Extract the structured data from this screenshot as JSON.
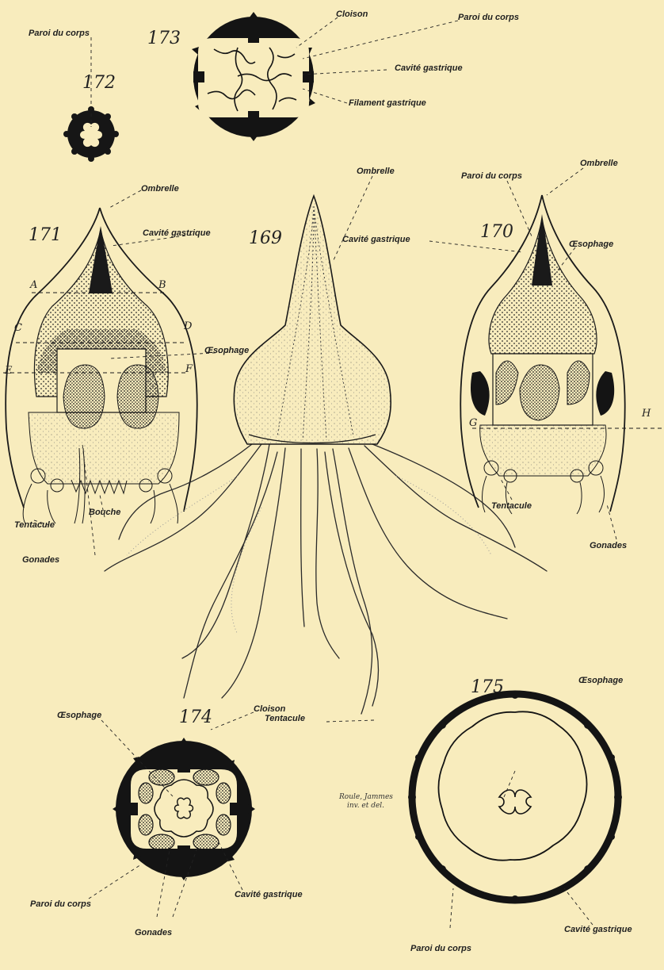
{
  "figures": {
    "fig169": "169",
    "fig170": "170",
    "fig171": "171",
    "fig172": "172",
    "fig173": "173",
    "fig174": "174",
    "fig175": "175"
  },
  "labels": {
    "cloison": "Cloison",
    "paroi_du_corps": "Paroi du corps",
    "cavite_gastrique": "Cavité gastrique",
    "filament_gastrique": "Filament gastrique",
    "ombrelle": "Ombrelle",
    "oesophage": "Œsophage",
    "tentacule": "Tentacule",
    "bouche": "Bouche",
    "gonades": "Gonades"
  },
  "section_letters": [
    "A",
    "B",
    "C",
    "D",
    "E",
    "F",
    "G",
    "H"
  ],
  "signature": {
    "line1": "Roule, Jammes",
    "line2": "inv. et del."
  },
  "colors": {
    "paper": "#f8ecbd",
    "ink": "#1a1a1a"
  }
}
